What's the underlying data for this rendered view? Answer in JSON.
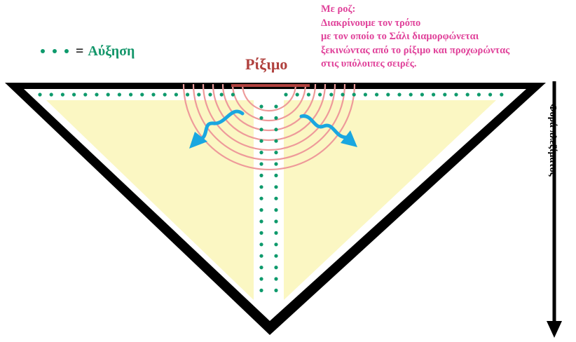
{
  "legend": {
    "marker": "increase-dots",
    "equals": "=",
    "label": "Αύξηση"
  },
  "rib_label": "Ρίξιμο",
  "note": {
    "title": "Με ροζ:",
    "lines": [
      "Διακρίνουμε τον τρόπο",
      "με τον οποίο το Σάλι διαμορφώνεται",
      "ξεκινώντας από το ρίξιμο και προχωρώντας",
      "στις υπόλοιπες σειρές."
    ]
  },
  "direction_label": "Φορά πλεξίματος",
  "colors": {
    "outline": "#000000",
    "fill": "#fbf7c3",
    "increase": "#0e9a6c",
    "cast_on": "#b0413e",
    "arcs": "#ee9a9a",
    "arrows": "#1aa7e0",
    "note": "#e0429a"
  }
}
